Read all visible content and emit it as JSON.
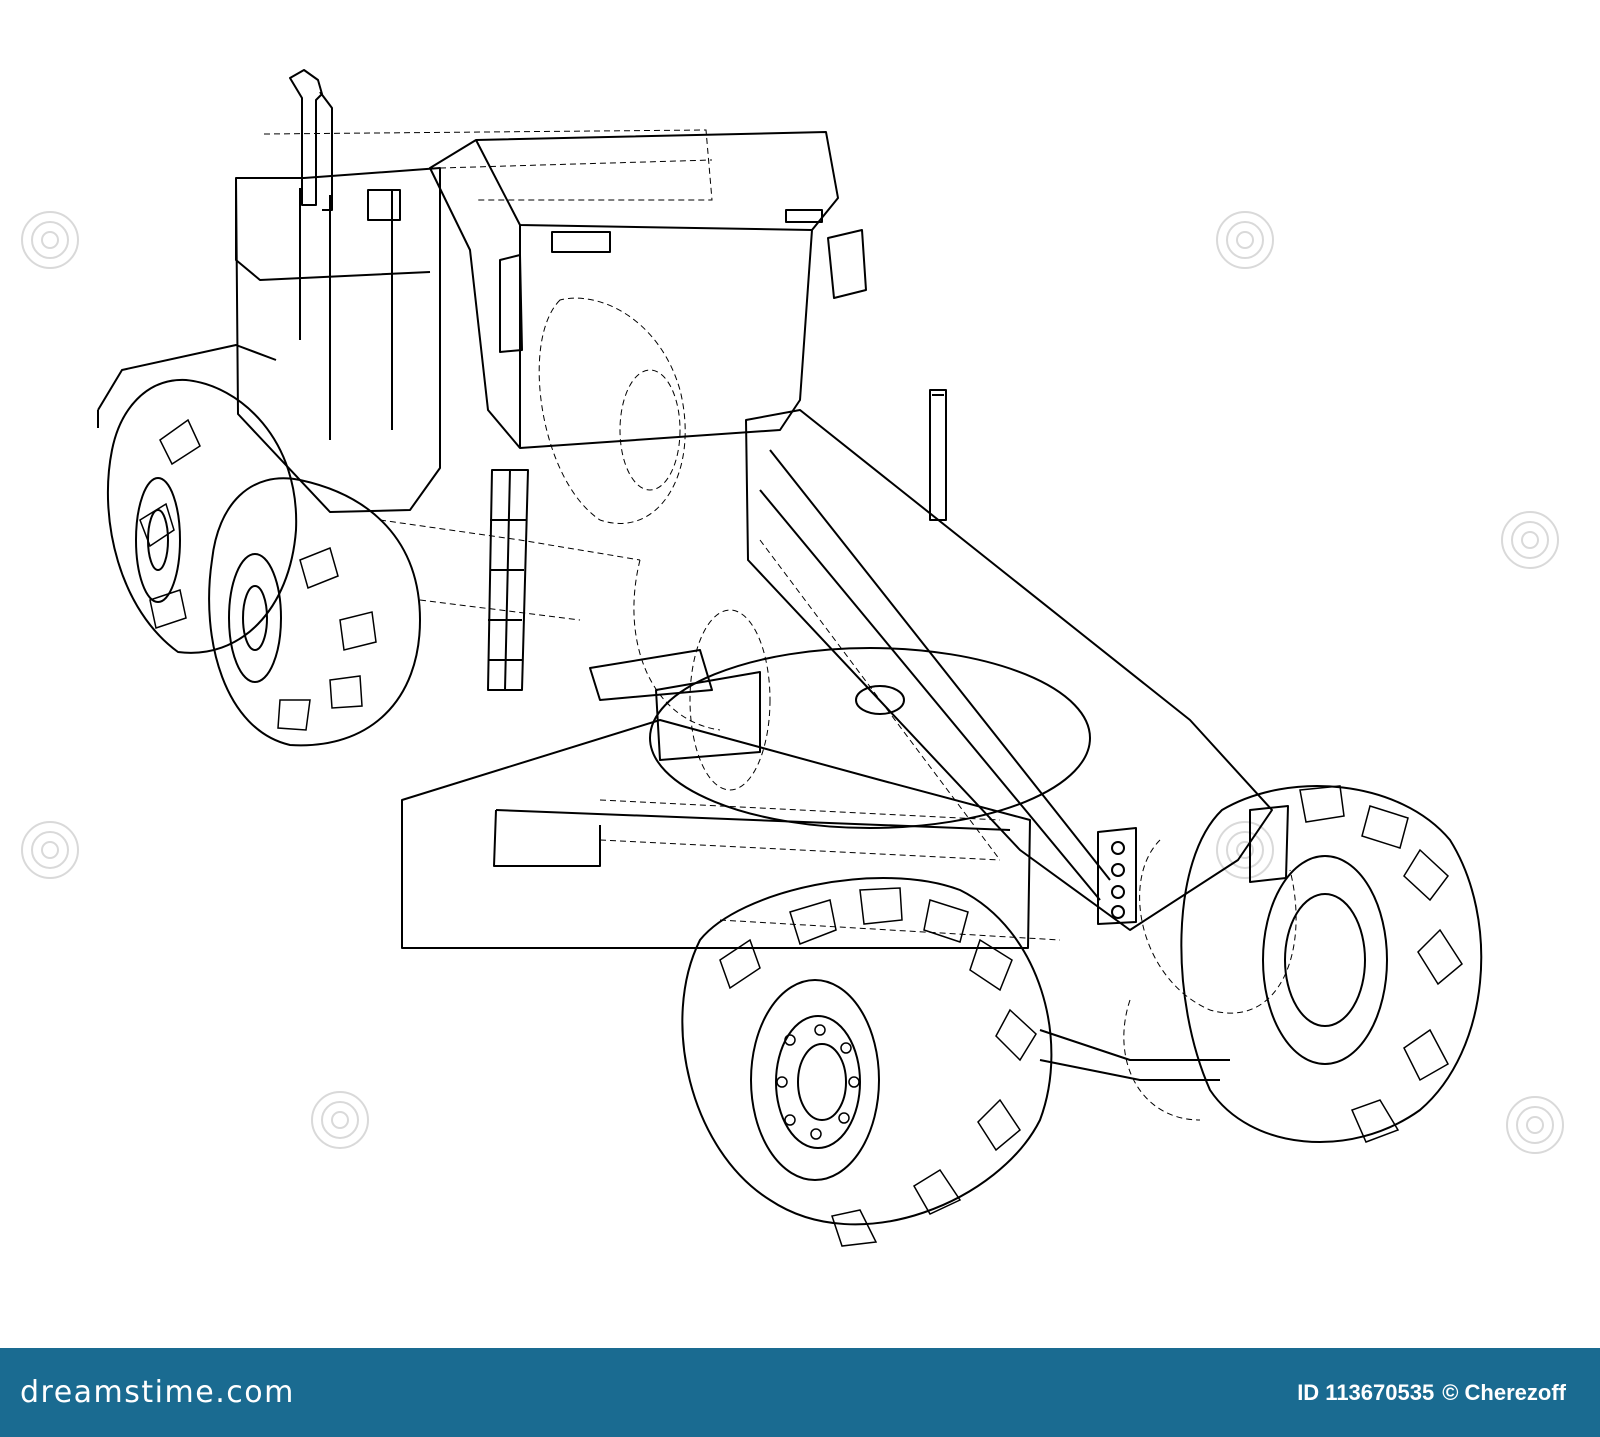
{
  "image": {
    "subject": "motor grader wireframe drawing",
    "line_color": "#000000",
    "background_color": "#ffffff",
    "watermark_color": "#d9d9d9"
  },
  "banner": {
    "brand": "dreamstime.com",
    "image_id": "ID 113670535",
    "copyright": "© Cherezoff",
    "background_color": "#1a6b91",
    "text_color": "#ffffff"
  }
}
